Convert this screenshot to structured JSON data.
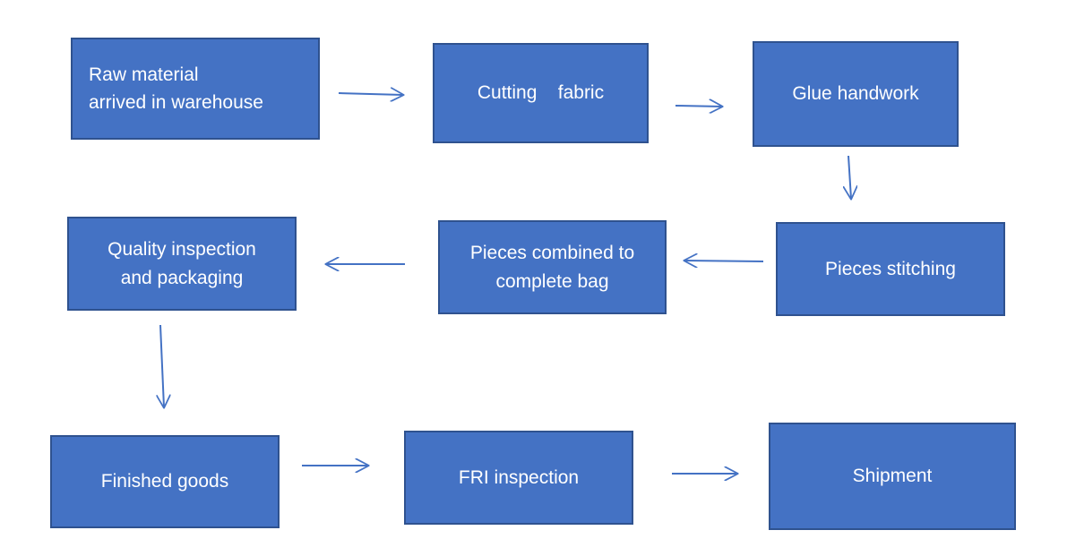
{
  "colors": {
    "box_fill": "#4472c4",
    "box_border": "#2f528f",
    "box_text": "#ffffff",
    "arrow": "#4472c4",
    "background": "#ffffff"
  },
  "steps": [
    {
      "lines": [
        "Raw material",
        "arrived in warehouse"
      ]
    },
    {
      "lines": [
        "Cutting    fabric"
      ]
    },
    {
      "lines": [
        "Glue handwork"
      ]
    },
    {
      "lines": [
        "Pieces stitching"
      ]
    },
    {
      "lines": [
        "Pieces combined to",
        "complete bag"
      ]
    },
    {
      "lines": [
        "Quality inspection",
        "and packaging"
      ]
    },
    {
      "lines": [
        "Finished goods"
      ]
    },
    {
      "lines": [
        "FRI inspection"
      ]
    },
    {
      "lines": [
        "Shipment"
      ]
    }
  ],
  "connections": [
    {
      "from": 1,
      "to": 2
    },
    {
      "from": 2,
      "to": 3
    },
    {
      "from": 3,
      "to": 4
    },
    {
      "from": 4,
      "to": 5
    },
    {
      "from": 5,
      "to": 6
    },
    {
      "from": 6,
      "to": 7
    },
    {
      "from": 7,
      "to": 8
    },
    {
      "from": 8,
      "to": 9
    }
  ]
}
